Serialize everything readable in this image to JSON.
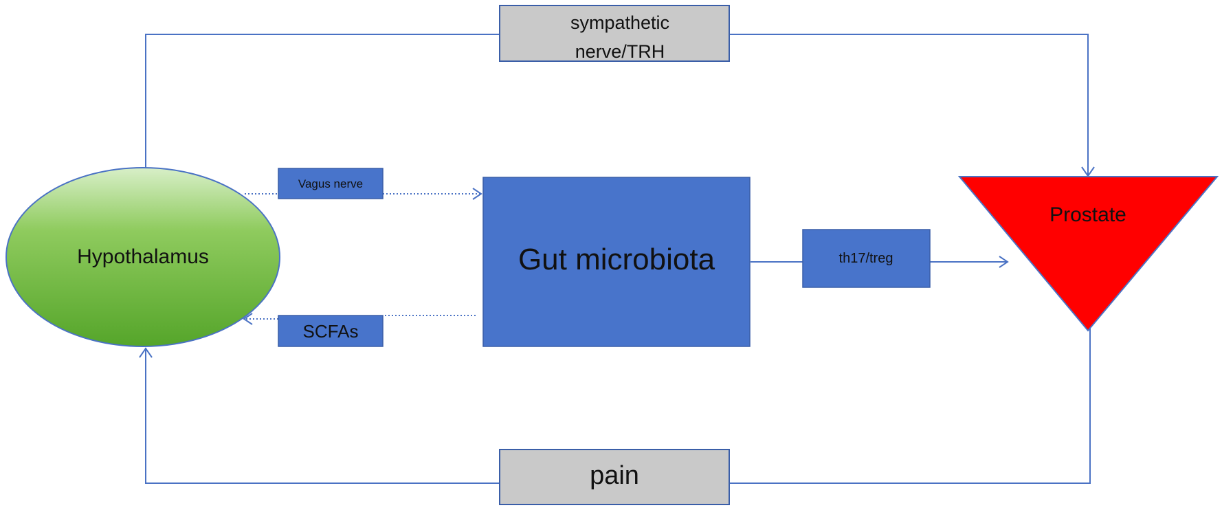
{
  "nodes": {
    "hypothalamus": {
      "label": "Hypothalamus"
    },
    "gut_microbiota": {
      "label": "Gut microbiota"
    },
    "prostate": {
      "label": "Prostate"
    },
    "sympathetic": {
      "line1": "sympathetic",
      "line2": "nerve/TRH"
    },
    "pain": {
      "label": "pain"
    },
    "vagus": {
      "label": "Vagus nerve"
    },
    "scfas": {
      "label": "SCFAs"
    },
    "th17_treg": {
      "label": "th17/treg"
    }
  },
  "colors": {
    "line": "#4a72c4",
    "box_blue": "#4874cb",
    "box_grey": "#c9c9c9",
    "ellipse_top": "#c4e6b0",
    "ellipse_bottom": "#5aa82e",
    "prostate": "#ff0000"
  }
}
